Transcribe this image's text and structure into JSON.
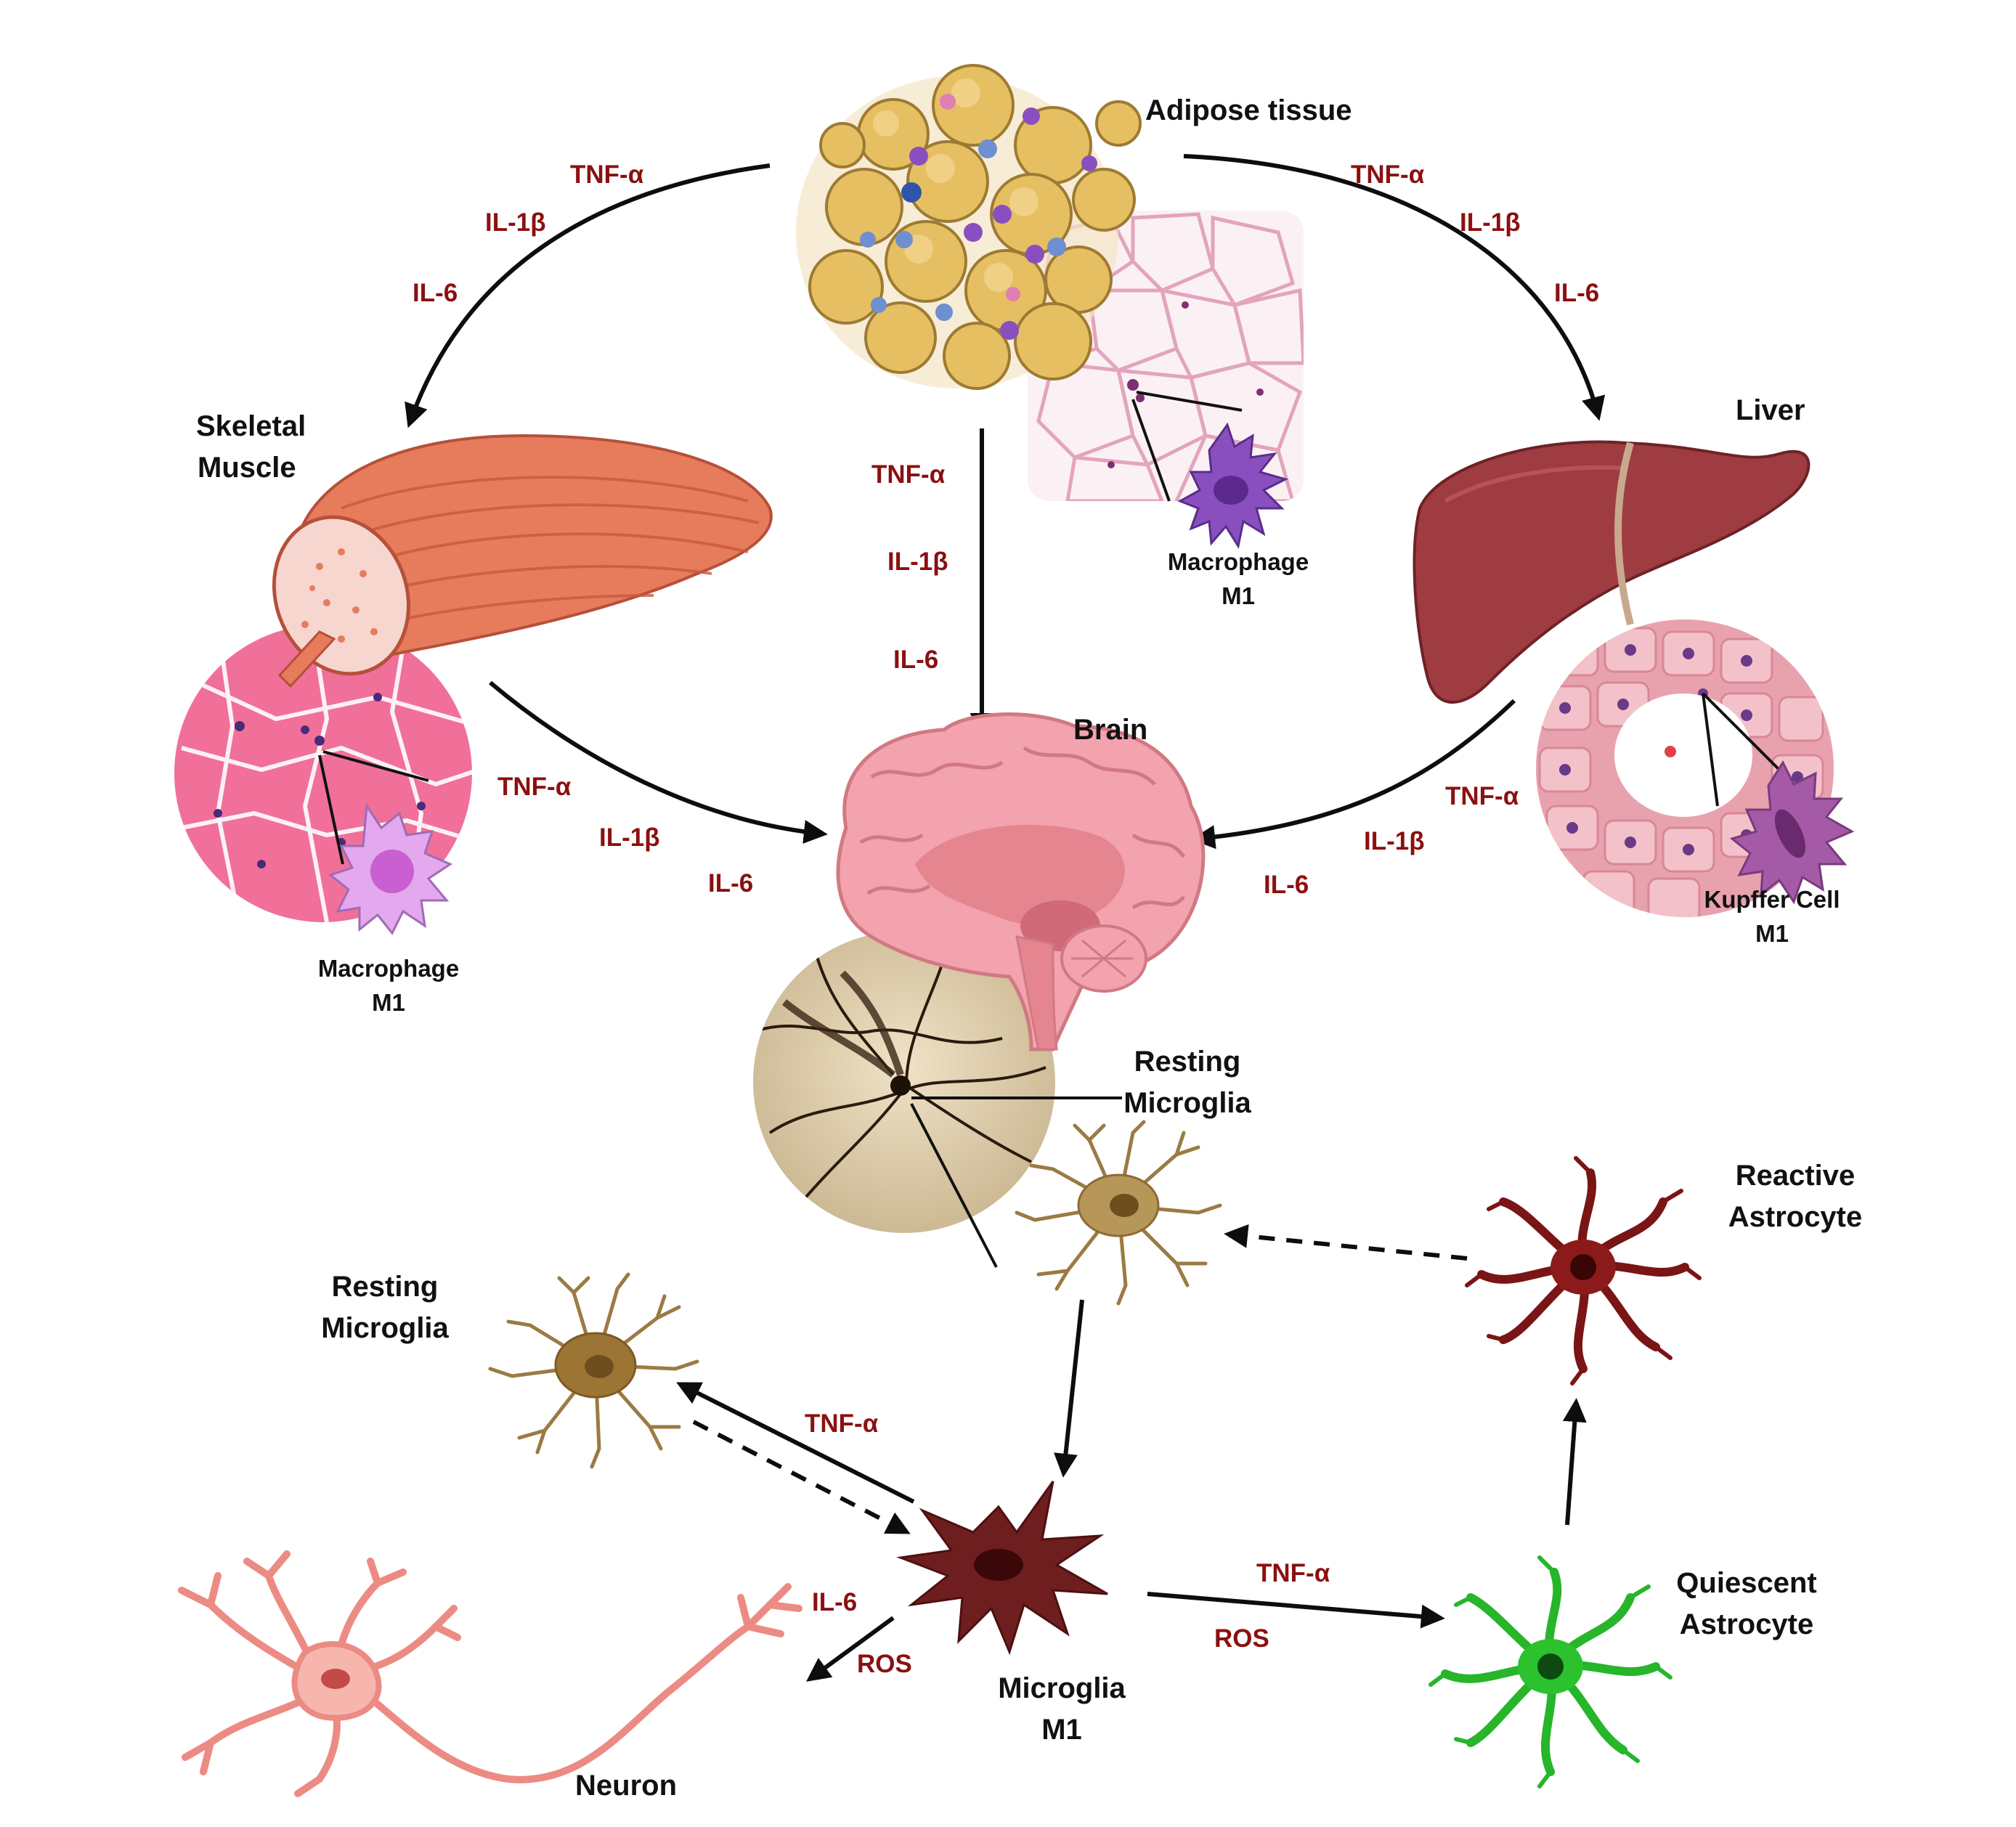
{
  "colors": {
    "arrow": "#0d0d0d",
    "cytokine_text": "#8b1010",
    "label_text": "#111111",
    "adipocyte": "#e6bf62",
    "muscle": "#e77c5c",
    "muscle_histology": "#f0709a",
    "liver": "#9e3c42",
    "liver_histology": "#e8a2ae",
    "brain": "#f2a3ad",
    "macrophage": "#8a4fbf",
    "kupffer": "#a45aa6",
    "muscle_macrophage": "#e3a8ee",
    "resting_microglia": "#9b7a44",
    "microglia_m1": "#6e1e1e",
    "reactive_astrocyte": "#7a1515",
    "quiescent_astrocyte": "#27b52a",
    "neuron": "#ec8b83"
  },
  "labels": {
    "adipose": "Adipose tissue",
    "skeletal_1": "Skeletal",
    "skeletal_2": "Muscle",
    "liver": "Liver",
    "brain": "Brain",
    "adipose_macro_1": "Macrophage",
    "adipose_macro_2": "M1",
    "muscle_macro_1": "Macrophage",
    "muscle_macro_2": "M1",
    "kupffer_1": "Kupffer Cell",
    "kupffer_2": "M1",
    "resting_top_1": "Resting",
    "resting_top_2": "Microglia",
    "resting_left_1": "Resting",
    "resting_left_2": "Microglia",
    "reactive_1": "Reactive",
    "reactive_2": "Astrocyte",
    "quiescent_1": "Quiescent",
    "quiescent_2": "Astrocyte",
    "microglia_m1_1": "Microglia",
    "microglia_m1_2": "M1",
    "neuron": "Neuron"
  },
  "cytokines": {
    "adipose_to_muscle": [
      "TNF-α",
      "IL-1β",
      "IL-6"
    ],
    "adipose_to_liver": [
      "TNF-α",
      "IL-1β",
      "IL-6"
    ],
    "adipose_to_brain": [
      "TNF-α",
      "IL-1β",
      "IL-6"
    ],
    "muscle_to_brain": [
      "TNF-α",
      "IL-1β",
      "IL-6"
    ],
    "liver_to_brain": [
      "TNF-α",
      "IL-1β",
      "IL-6"
    ],
    "m1_to_resting": [
      "TNF-α"
    ],
    "m1_to_neuron": [
      "IL-6",
      "ROS"
    ],
    "m1_to_astrocyte": [
      "TNF-α",
      "ROS"
    ]
  },
  "icons": {
    "adipose": "adipose-tissue-icon",
    "muscle": "skeletal-muscle-icon",
    "liver": "liver-icon",
    "brain": "brain-icon",
    "neuron": "neuron-icon"
  }
}
